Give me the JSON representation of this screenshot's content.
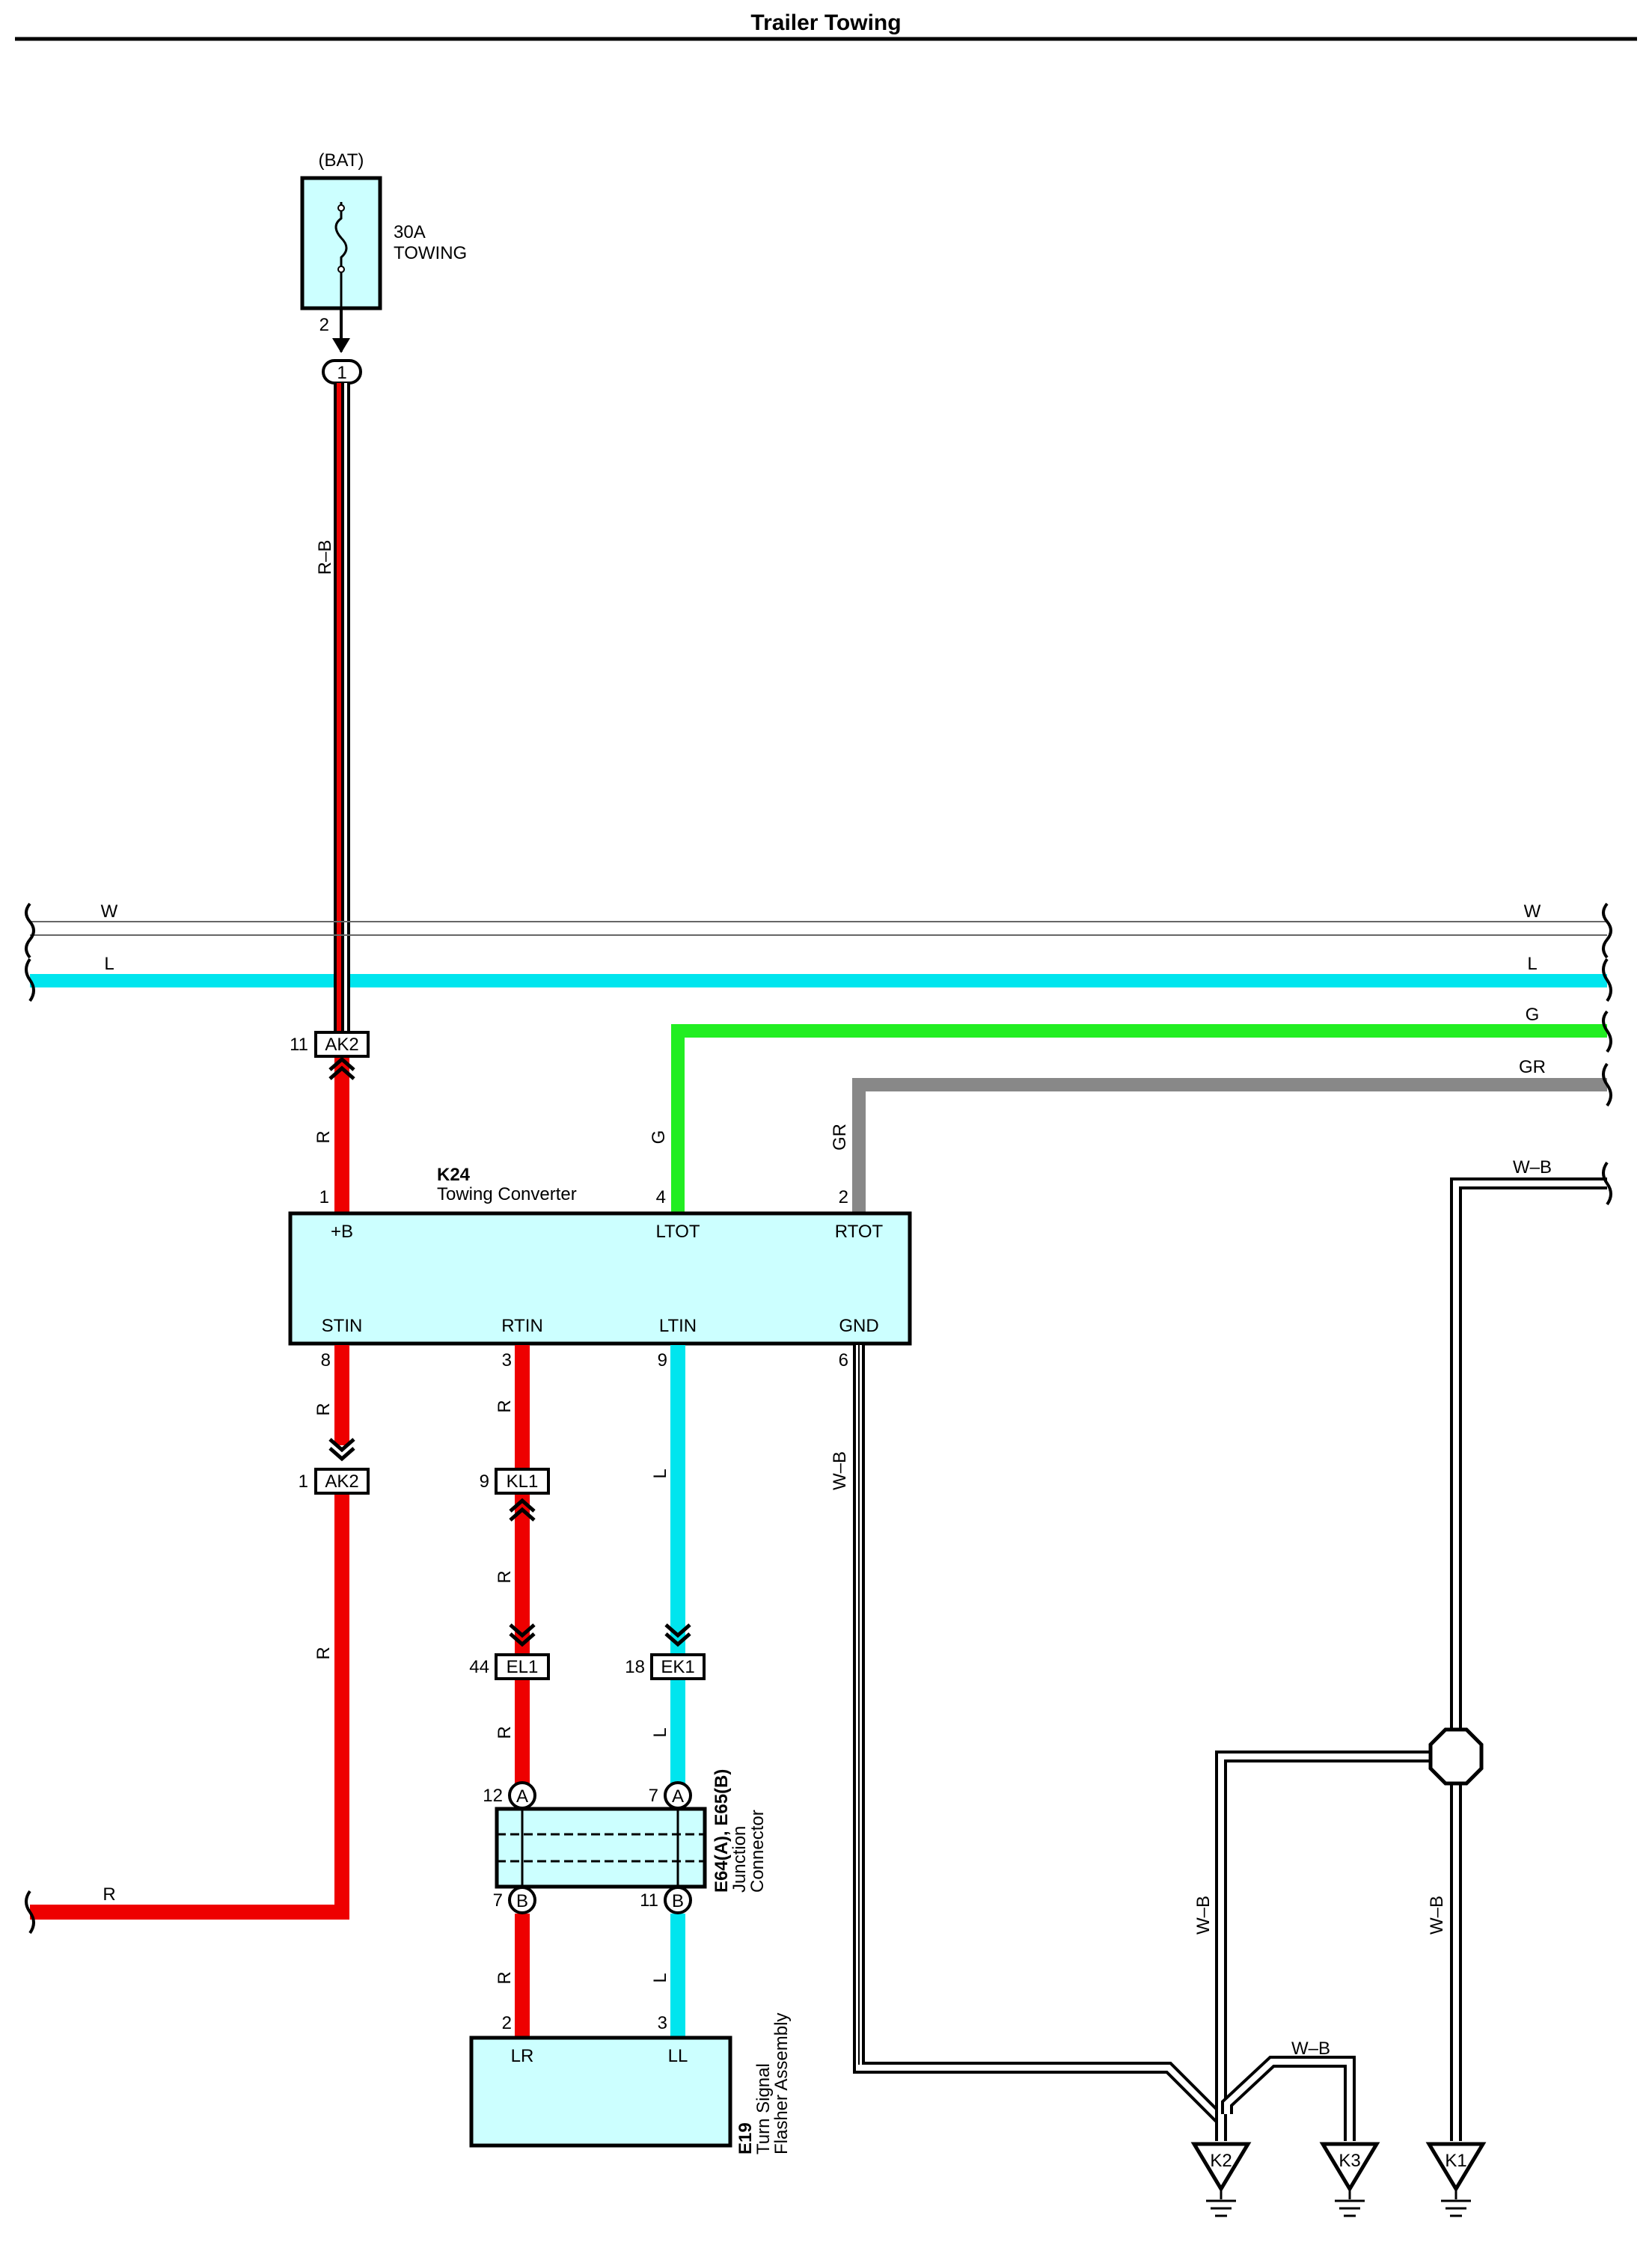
{
  "title": "Trailer Towing",
  "colors": {
    "red": "#ee0000",
    "blue": "#00e5ee",
    "green": "#22ee22",
    "gray": "#888888",
    "box_fill": "#ccffff",
    "black": "#000000"
  },
  "fuse": {
    "source": "(BAT)",
    "rating": "30A",
    "name": "TOWING",
    "pin": "2",
    "connector": "1"
  },
  "wire_codes": {
    "rb": "R–B",
    "r": "R",
    "g": "G",
    "gr": "GR",
    "wb": "W–B",
    "l": "L",
    "w": "W"
  },
  "bus_labels": {
    "w_left": "W",
    "w_right": "W",
    "l_left": "L",
    "l_right": "L",
    "g_right": "G",
    "gr_right": "GR",
    "wb_right": "W–B",
    "r_left": "R"
  },
  "connectors": {
    "ak2_top": {
      "pin": "11",
      "name": "AK2"
    },
    "ak2_bottom": {
      "pin": "1",
      "name": "AK2"
    },
    "kl1": {
      "pin": "9",
      "name": "KL1"
    },
    "el1": {
      "pin": "44",
      "name": "EL1"
    },
    "ek1": {
      "pin": "18",
      "name": "EK1"
    }
  },
  "towing_converter": {
    "code": "K24",
    "name": "Towing Converter",
    "terminals": {
      "b": {
        "label": "+B",
        "pin": "1"
      },
      "ltot": {
        "label": "LTOT",
        "pin": "4"
      },
      "rtot": {
        "label": "RTOT",
        "pin": "2"
      },
      "stin": {
        "label": "STIN",
        "pin": "8"
      },
      "rtin": {
        "label": "RTIN",
        "pin": "3"
      },
      "ltin": {
        "label": "LTIN",
        "pin": "9"
      },
      "gnd": {
        "label": "GND",
        "pin": "6"
      }
    }
  },
  "junction_connector": {
    "code": "E64(A), E65(B)",
    "name_line1": "Junction",
    "name_line2": "Connector",
    "pins": {
      "left_top": {
        "pin": "12",
        "letter": "A"
      },
      "right_top": {
        "pin": "7",
        "letter": "A"
      },
      "left_bottom": {
        "pin": "7",
        "letter": "B"
      },
      "right_bottom": {
        "pin": "11",
        "letter": "B"
      }
    }
  },
  "flasher": {
    "code": "E19",
    "name_line1": "Turn Signal",
    "name_line2": "Flasher Assembly",
    "terminals": {
      "lr": {
        "label": "LR",
        "pin": "2"
      },
      "ll": {
        "label": "LL",
        "pin": "3"
      }
    }
  },
  "grounds": [
    "K2",
    "K3",
    "K1"
  ]
}
